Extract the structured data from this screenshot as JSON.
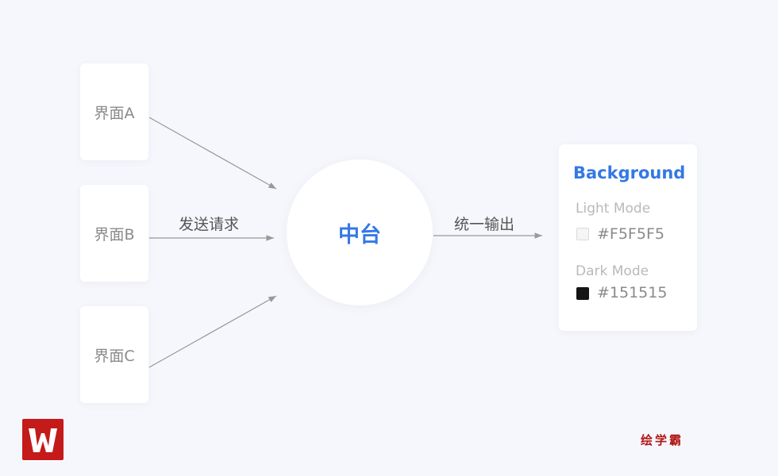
{
  "nodes": {
    "ui_a": "界面A",
    "ui_b": "界面B",
    "ui_c": "界面C",
    "hub": "中台"
  },
  "edges": {
    "send_request": "发送请求",
    "unified_output": "统一输出"
  },
  "background_panel": {
    "title": "Background",
    "light": {
      "label": "Light Mode",
      "hex": "#F5F5F5",
      "color": "#F5F5F5"
    },
    "dark": {
      "label": "Dark Mode",
      "hex": "#151515",
      "color": "#151515"
    }
  },
  "watermark": {
    "brand": "绘学霸"
  },
  "colors": {
    "accent": "#3478E6",
    "arrow": "#999999",
    "logo": "#C41A1A"
  }
}
